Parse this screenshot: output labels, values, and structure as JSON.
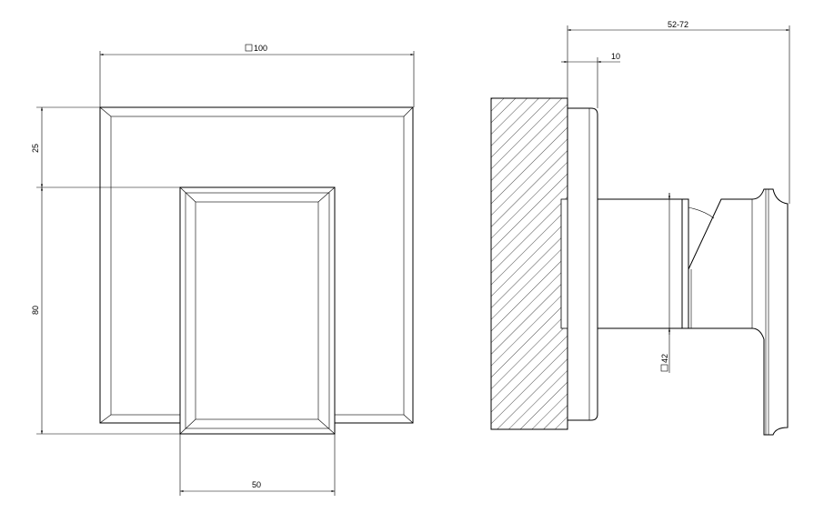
{
  "front_view": {
    "width_dim": "100",
    "top_dim": "25",
    "height_dim": "80",
    "handle_width_dim": "50"
  },
  "side_view": {
    "depth_dim": "52-72",
    "plate_dim": "10",
    "cartridge_dim": "42"
  }
}
